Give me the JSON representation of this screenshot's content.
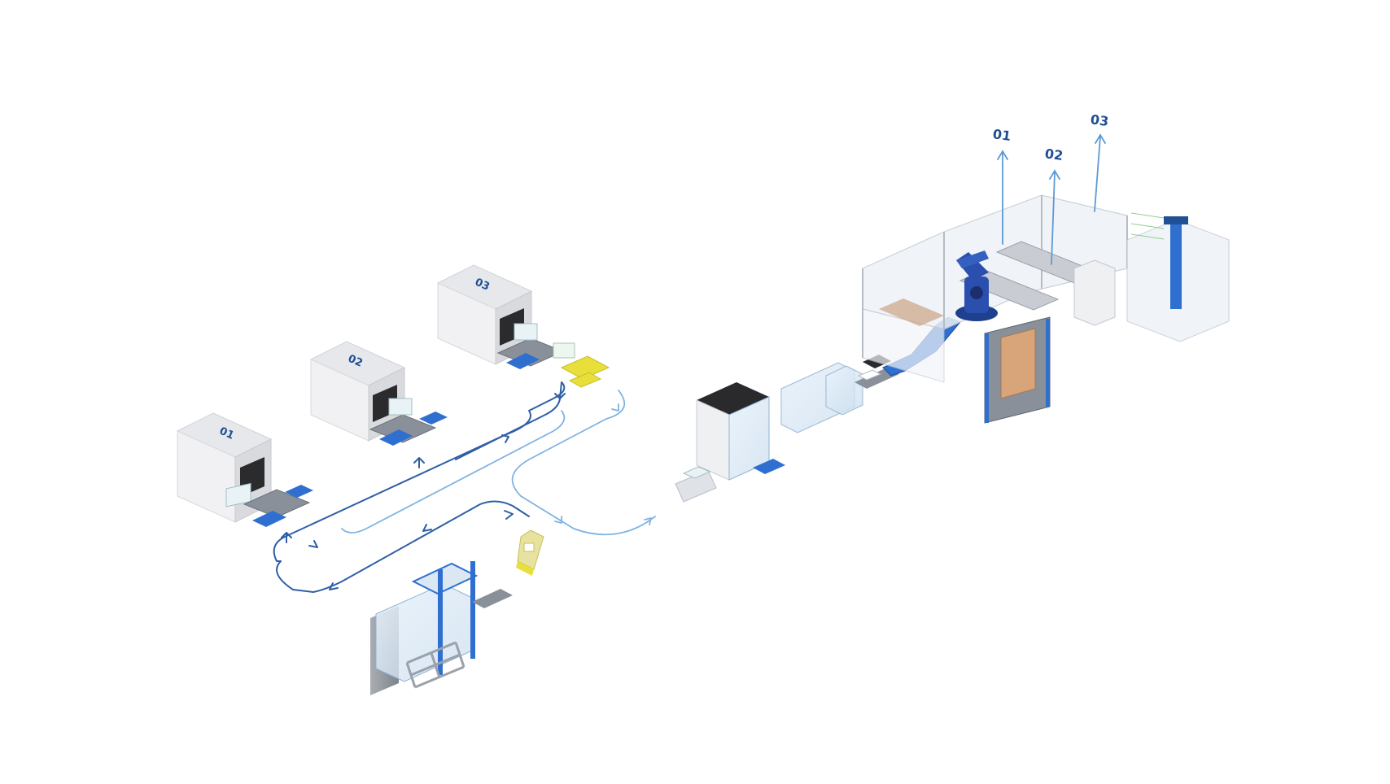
{
  "machines": [
    {
      "label": "01"
    },
    {
      "label": "02"
    },
    {
      "label": "03"
    }
  ],
  "outputs": [
    {
      "label": "01"
    },
    {
      "label": "02"
    },
    {
      "label": "03"
    }
  ],
  "colors": {
    "flow_dark": "#2f5fa6",
    "flow_light": "#7fb3e2",
    "label": "#1f4f95",
    "accent_blue": "#2f6fd0",
    "robot": "#2b4fae",
    "accent_yellow": "#e9df3b",
    "pallet": "#d8a57a",
    "housing": "#f1f1f3",
    "housing_side": "#d9dadd",
    "housing_top": "#e7e8eb"
  }
}
